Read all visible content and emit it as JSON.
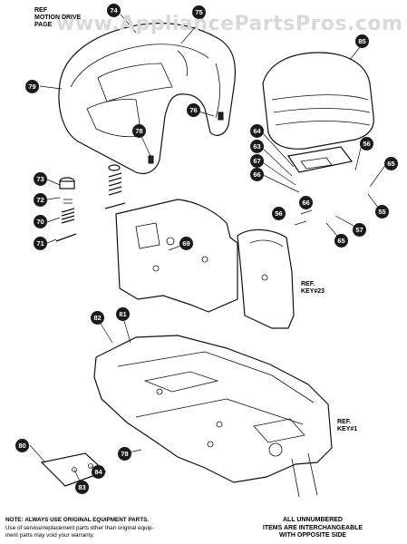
{
  "watermark": "www.AppliancePartsPros.com",
  "references": {
    "motion_drive": [
      "REF",
      "MOTION DRIVE",
      "PAGE"
    ],
    "key23": [
      "REF.",
      "KEY#23"
    ],
    "key1": [
      "REF.",
      "KEY#1"
    ]
  },
  "callouts": [
    "74",
    "75",
    "85",
    "79",
    "76",
    "78",
    "64",
    "63",
    "67",
    "66",
    "56",
    "65",
    "55",
    "73",
    "72",
    "70",
    "71",
    "69",
    "66",
    "56",
    "57",
    "65",
    "82",
    "81",
    "80",
    "84",
    "83",
    "78"
  ],
  "note": {
    "lead": "NOTE:",
    "first_line": "ALWAYS USE ORIGINAL EQUIPMENT PARTS.",
    "lines": [
      "Use of service/replacement parts other than original equip-",
      "ment parts may void your warranty."
    ]
  },
  "unnumbered_note": [
    "ALL UNNUMBERED",
    "ITEMS ARE INTERCHANGEABLE",
    "WITH OPPOSITE SIDE"
  ]
}
